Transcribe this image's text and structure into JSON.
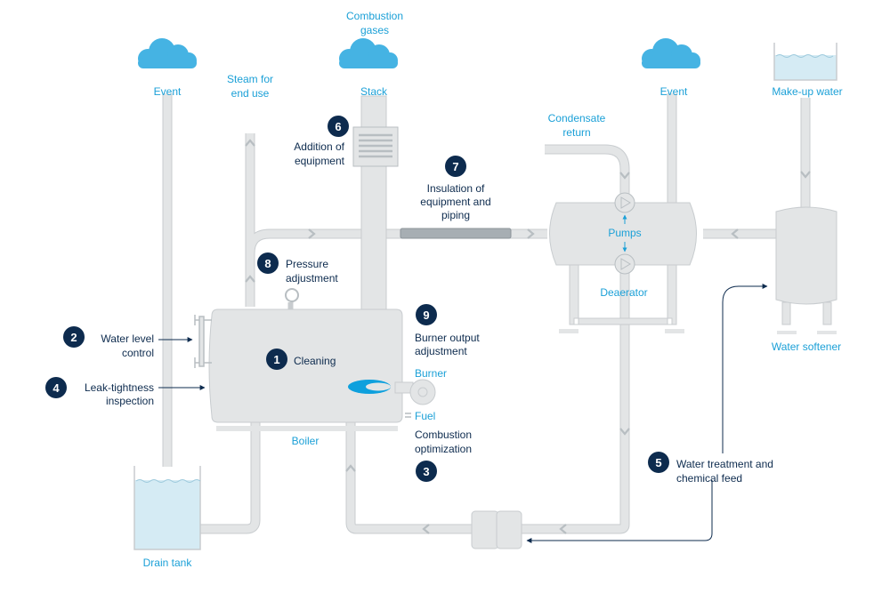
{
  "labels": {
    "event_left": "Event",
    "steam": [
      "Steam for",
      "end use"
    ],
    "combustion_gases": [
      "Combustion",
      "gases"
    ],
    "stack": "Stack",
    "event_right": "Event",
    "makeup_water": "Make-up water",
    "condensate_return": [
      "Condensate",
      "return"
    ],
    "pumps": "Pumps",
    "deaerator": "Deaerator",
    "water_softener": "Water softener",
    "burner": "Burner",
    "fuel": "Fuel",
    "boiler": "Boiler",
    "drain_tank": "Drain tank"
  },
  "measures": [
    {
      "num": "1",
      "text": [
        "Cleaning"
      ]
    },
    {
      "num": "2",
      "text": [
        "Water level",
        "control"
      ]
    },
    {
      "num": "3",
      "text": [
        "Combustion",
        "optimization"
      ]
    },
    {
      "num": "4",
      "text": [
        "Leak-tightness",
        "inspection"
      ]
    },
    {
      "num": "5",
      "text": [
        "Water treatment and",
        "chemical feed"
      ]
    },
    {
      "num": "6",
      "text": [
        "Addition of",
        "equipment"
      ]
    },
    {
      "num": "7",
      "text": [
        "Insulation of",
        "equipment and",
        "piping"
      ]
    },
    {
      "num": "8",
      "text": [
        "Pressure",
        "adjustment"
      ]
    },
    {
      "num": "9",
      "text": [
        "Burner output",
        "adjustment"
      ]
    }
  ],
  "colors": {
    "navy": "#0d2b4e",
    "accent": "#1ba0d7",
    "pipe": "#e3e5e6",
    "water": "#d5ebf4"
  }
}
